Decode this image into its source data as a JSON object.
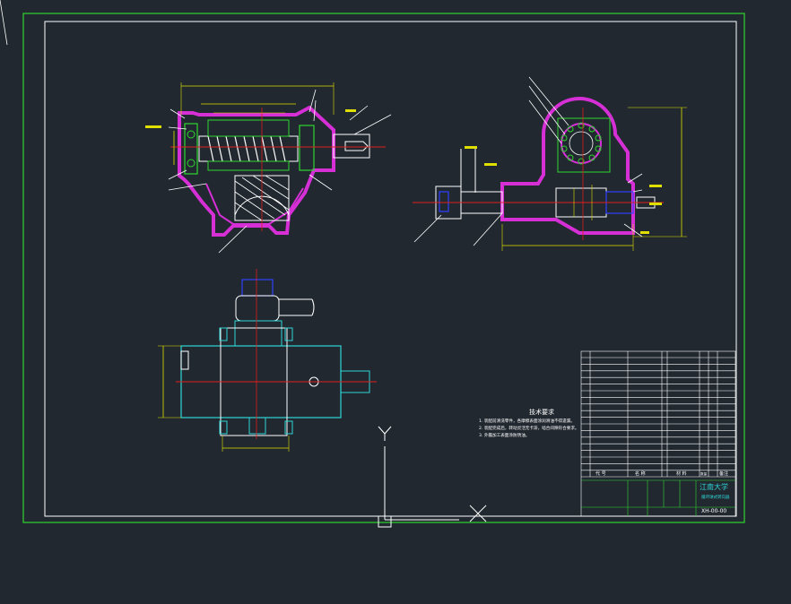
{
  "colors": {
    "background": "#212830",
    "frame_outer": "#2fd62f",
    "frame_inner": "#ffffff",
    "housing": "#d62fd6",
    "dimension": "#e0e000",
    "centerline": "#e02020",
    "part_green": "#2fd62f",
    "part_cyan": "#2fd6d6",
    "part_blue": "#3040ff",
    "table_line": "#ffffff"
  },
  "technical_requirements": {
    "title": "技术要求",
    "items": [
      "1. 装配前清洗零件，各摩擦表面涂润滑油不得遗漏。",
      "2. 装配完成后，转动灵活无卡滞，啮合间隙符合要求。",
      "3. 外露加工表面涂防锈油。"
    ]
  },
  "title_block": {
    "school": "江南大学",
    "drawing_name": "循环球式转向器",
    "drawing_number": "XH-00-00",
    "header_code": "代 号",
    "header_name": "名 称",
    "header_material": "材 料",
    "header_qty": "数量",
    "header_note": "备注"
  },
  "icons": {
    "ucs": "ucs-axis-icon",
    "crosshair": "crosshair-cursor-icon"
  },
  "ucs": {
    "y_label": "Y"
  }
}
